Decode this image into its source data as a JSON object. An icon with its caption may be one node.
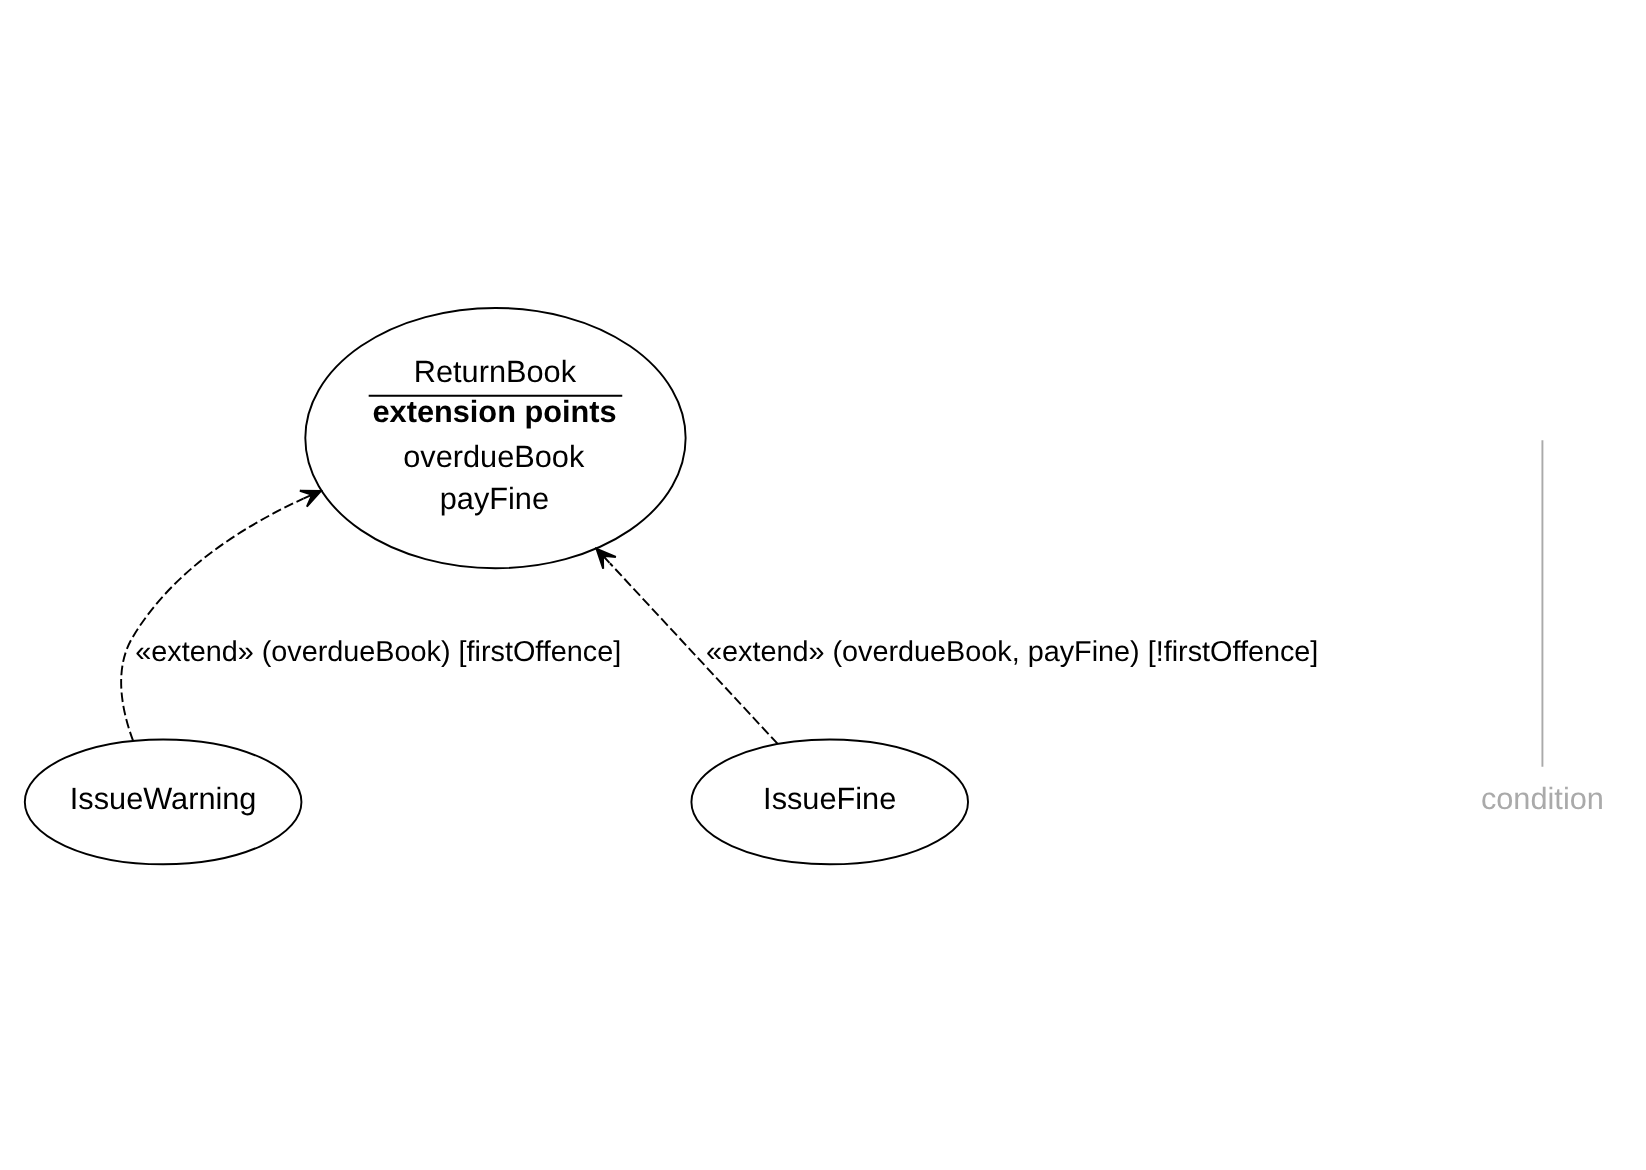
{
  "diagram": {
    "nodes": [
      {
        "text": [
          "ReturnBook",
          "extension points",
          "overdueBook",
          "payFine"
        ]
      },
      {
        "text": [
          "IssueWarning"
        ]
      },
      {
        "text": [
          "IssueFine"
        ]
      },
      {
        "text": [
          "condition"
        ]
      }
    ],
    "edges": [
      {
        "from": 1,
        "to": 0,
        "arrow": "to",
        "style": "dashed",
        "label": "«extend» (overdueBook) [firstOffence]"
      },
      {
        "from": 2,
        "to": 0,
        "arrow": "to",
        "style": "dashed",
        "label": "«extend» (overdueBook, payFine) [!firstOffence]"
      },
      {
        "from": 3,
        "to": null,
        "arrow": "none",
        "color": "#aaaaaa"
      }
    ]
  }
}
